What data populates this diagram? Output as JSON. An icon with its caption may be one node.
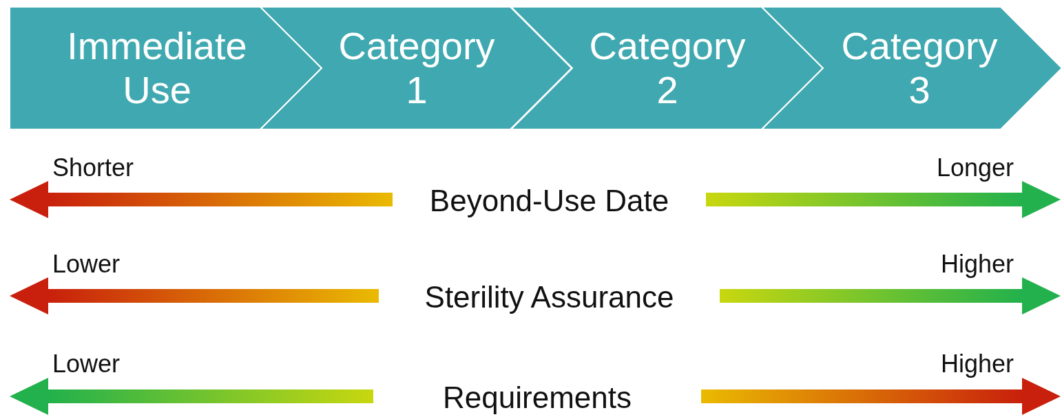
{
  "diagram": {
    "nodes": [
      {
        "text": [
          "Immediate Use"
        ]
      },
      {
        "text": [
          "Category 1"
        ]
      },
      {
        "text": [
          "Category 2"
        ]
      },
      {
        "text": [
          "Category 3"
        ]
      },
      {
        "text": [
          "Beyond-Use Date"
        ]
      },
      {
        "text": [
          "Sterility Assurance"
        ]
      },
      {
        "text": [
          "Requirements"
        ]
      }
    ],
    "edges": [
      {
        "from": 4,
        "to": null,
        "arrow": "to",
        "color": "#c8200c"
      },
      {
        "from": 4,
        "to": null,
        "arrow": "to",
        "color": "#22b14c"
      },
      {
        "from": 5,
        "to": null,
        "arrow": "to",
        "color": "#c8200c"
      },
      {
        "from": 5,
        "to": null,
        "arrow": "to",
        "color": "#22b14c"
      },
      {
        "from": 6,
        "to": null,
        "arrow": "to",
        "color": "#22b14c"
      },
      {
        "from": 6,
        "to": null,
        "arrow": "to",
        "color": "#c8200c"
      }
    ],
    "labels": [
      "Shorter",
      "Longer",
      "Lower",
      "Higher",
      "Lower",
      "Higher"
    ]
  }
}
